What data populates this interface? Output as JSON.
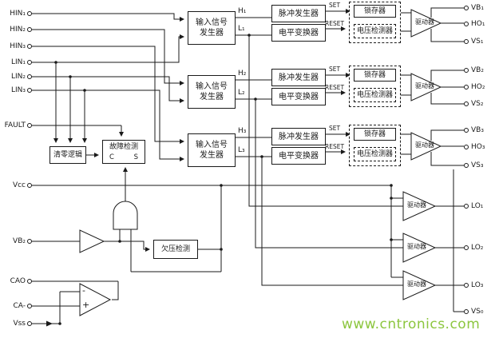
{
  "watermark": {
    "text": "www.cntronics.com",
    "color": "#8cc63e"
  },
  "colors": {
    "line": "#1a1a1a",
    "background": "#ffffff"
  },
  "pins": {
    "left": [
      {
        "label": "HIN₁"
      },
      {
        "label": "HIN₂"
      },
      {
        "label": "HIN₃"
      },
      {
        "label": "LIN₁"
      },
      {
        "label": "LIN₂"
      },
      {
        "label": "LIN₃"
      },
      {
        "label": "FAULT"
      },
      {
        "label": "Vcc"
      },
      {
        "label": "VB₂"
      },
      {
        "label": "CAO"
      },
      {
        "label": "CA-"
      },
      {
        "label": "Vss"
      }
    ],
    "right": [
      {
        "label": "VB₁"
      },
      {
        "label": "HO₁"
      },
      {
        "label": "VS₁"
      },
      {
        "label": "VB₂"
      },
      {
        "label": "HO₂"
      },
      {
        "label": "VS₂"
      },
      {
        "label": "VB₃"
      },
      {
        "label": "HO₃"
      },
      {
        "label": "VS₃"
      },
      {
        "label": "LO₁"
      },
      {
        "label": "LO₂"
      },
      {
        "label": "LO₃"
      },
      {
        "label": "VS₀"
      }
    ]
  },
  "blocks": {
    "input_generator": "输入信号发生器",
    "pulse_generator": "脉冲发生器",
    "level_shifter": "电平变换器",
    "latch": "锁存器",
    "voltage_detector": "电压检测器",
    "driver": "驱动器",
    "clear_logic": "清零逻辑",
    "fault_detect": "故障检测",
    "fault_c": "C",
    "fault_s": "S",
    "uv_detect": "欠压检测",
    "set_label": "SET",
    "reset_label": "RESET"
  },
  "signals": {
    "h1": "H₁",
    "l1": "L₁",
    "h2": "H₂",
    "l2": "L₂",
    "h3": "H₃",
    "l3": "L₃"
  },
  "comparator": {
    "minus": "-",
    "plus": "+"
  }
}
